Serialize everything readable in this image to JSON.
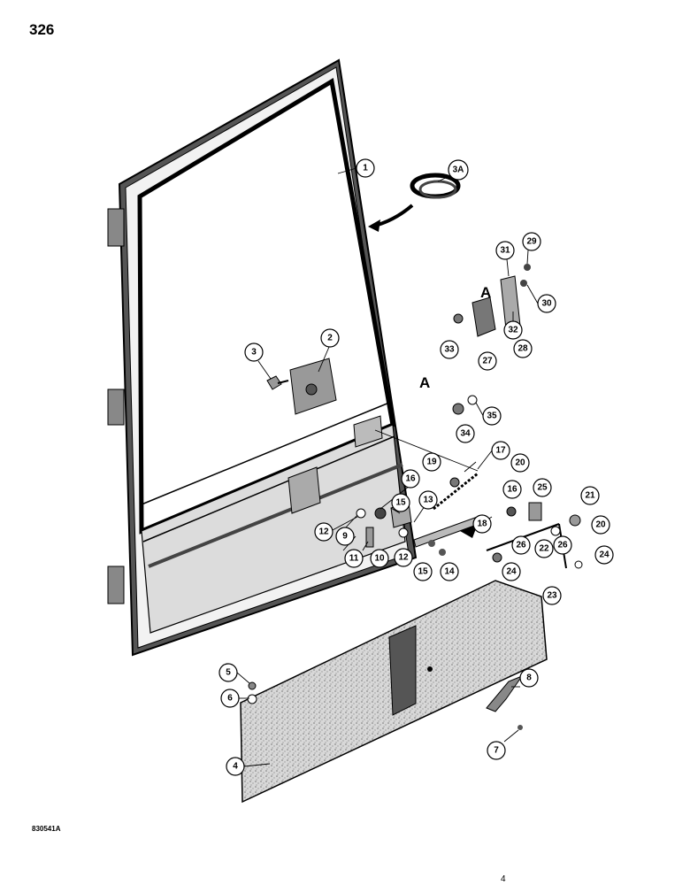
{
  "page": {
    "number": "326",
    "ref_code": "830541A",
    "corner_mark": "4"
  },
  "section_labels": {
    "a_upper": "A",
    "a_lower": "A"
  },
  "callouts": {
    "c1": "1",
    "c2": "2",
    "c3": "3",
    "c3a": "3A",
    "c4": "4",
    "c5": "5",
    "c6": "6",
    "c7": "7",
    "c8": "8",
    "c9": "9",
    "c10": "10",
    "c11": "11",
    "c12a": "12",
    "c12b": "12",
    "c13": "13",
    "c14": "14",
    "c15a": "15",
    "c15b": "15",
    "c16a": "16",
    "c16b": "16",
    "c17": "17",
    "c18": "18",
    "c19": "19",
    "c20a": "20",
    "c20b": "20",
    "c21": "21",
    "c22": "22",
    "c23": "23",
    "c24a": "24",
    "c24b": "24",
    "c25": "25",
    "c26a": "26",
    "c26b": "26",
    "c27": "27",
    "c28": "28",
    "c29": "29",
    "c30": "30",
    "c31": "31",
    "c32": "32",
    "c33": "33",
    "c34": "34",
    "c35": "35"
  }
}
